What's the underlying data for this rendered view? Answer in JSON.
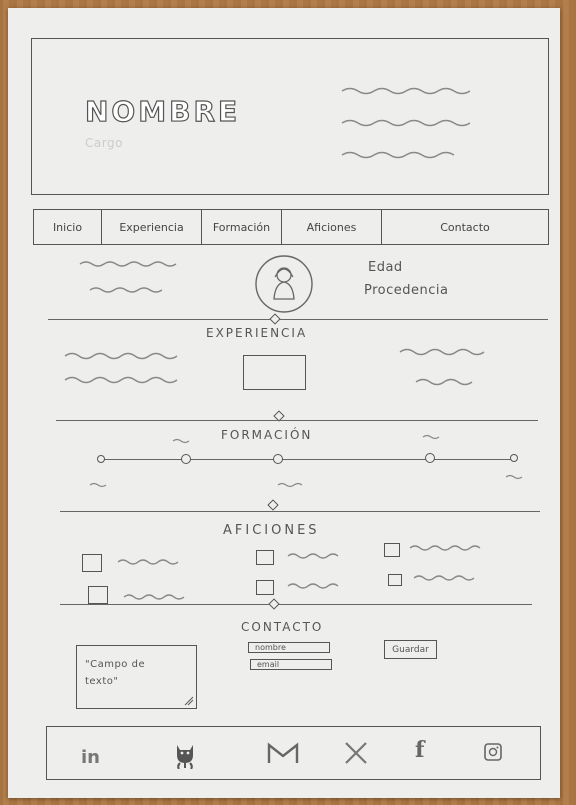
{
  "header": {
    "name": "NOMBRE",
    "subtitle": "Cargo"
  },
  "nav": {
    "items": [
      {
        "label": "Inicio"
      },
      {
        "label": "Experiencia"
      },
      {
        "label": "Formación"
      },
      {
        "label": "Aficiones"
      },
      {
        "label": "Contacto"
      }
    ]
  },
  "profile": {
    "age_label": "Edad",
    "origin_label": "Procedencia"
  },
  "sections": {
    "experience": "Experiencia",
    "education": "Formación",
    "hobbies": "Aficiones",
    "contact": "Contacto"
  },
  "contact": {
    "textarea_placeholder": "\"Campo de texto\"",
    "name_placeholder": "nombre",
    "email_placeholder": "email",
    "save_label": "Guardar"
  },
  "footer": {
    "icons": [
      "linkedin-icon",
      "github-icon",
      "gmail-icon",
      "x-icon",
      "facebook-icon",
      "instagram-icon"
    ]
  },
  "colors": {
    "paper": "#eeeeec",
    "pencil": "#555555",
    "wood": "#b07a45"
  }
}
